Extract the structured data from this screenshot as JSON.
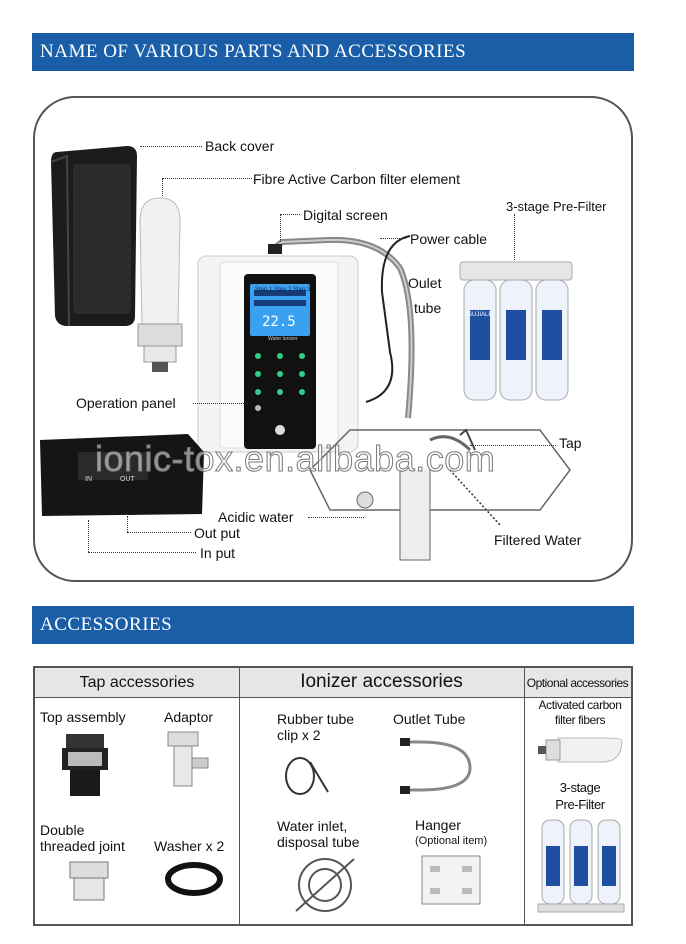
{
  "sections": {
    "parts_title": "NAME OF VARIOUS PARTS AND ACCESSORIES",
    "accessories_title": "ACCESSORIES"
  },
  "parts": {
    "back_cover": "Back cover",
    "fibre_filter": "Fibre Active Carbon filter element",
    "digital_screen": "Digital screen",
    "pre_filter": "3-stage Pre-Filter",
    "power_cable": "Power cable",
    "outlet": "Oulet",
    "outlet_tube": "tube",
    "operation_panel": "Operation panel",
    "tap": "Tap",
    "acidic_water": "Acidic water",
    "out_put": "Out put",
    "in_put": "In put",
    "filtered_water": "Filtered Water"
  },
  "device": {
    "screen_row1": "Step 1   Step 2   Step 3",
    "screen_temp": "22.5",
    "brand": "Water Ionizer",
    "port_in": "IN",
    "port_out": "OUT",
    "filter_brand": "SUJIALE"
  },
  "watermark": "ionic-tox.en.alibaba.com",
  "accessories": {
    "tap_header": "Tap accessories",
    "ionizer_header": "Ionizer accessories",
    "optional_header": "Optional accessories",
    "top_assembly": "Top assembly",
    "adaptor": "Adaptor",
    "double_joint_1": "Double",
    "double_joint_2": "threaded joint",
    "washer": "Washer x 2",
    "rubber_clip_1": "Rubber tube",
    "rubber_clip_2": "clip x 2",
    "outlet_tube": "Outlet Tube",
    "water_inlet_1": "Water inlet,",
    "water_inlet_2": "disposal tube",
    "hanger": "Hanger",
    "hanger_note": "(Optional item)",
    "activated_1": "Activated carbon",
    "activated_2": "filter fibers",
    "stage_1": "3-stage",
    "stage_2": "Pre-Filter"
  },
  "colors": {
    "banner": "#1a5ea8",
    "screen": "#3aa0f0",
    "filter_blue": "#1f4fa0"
  }
}
